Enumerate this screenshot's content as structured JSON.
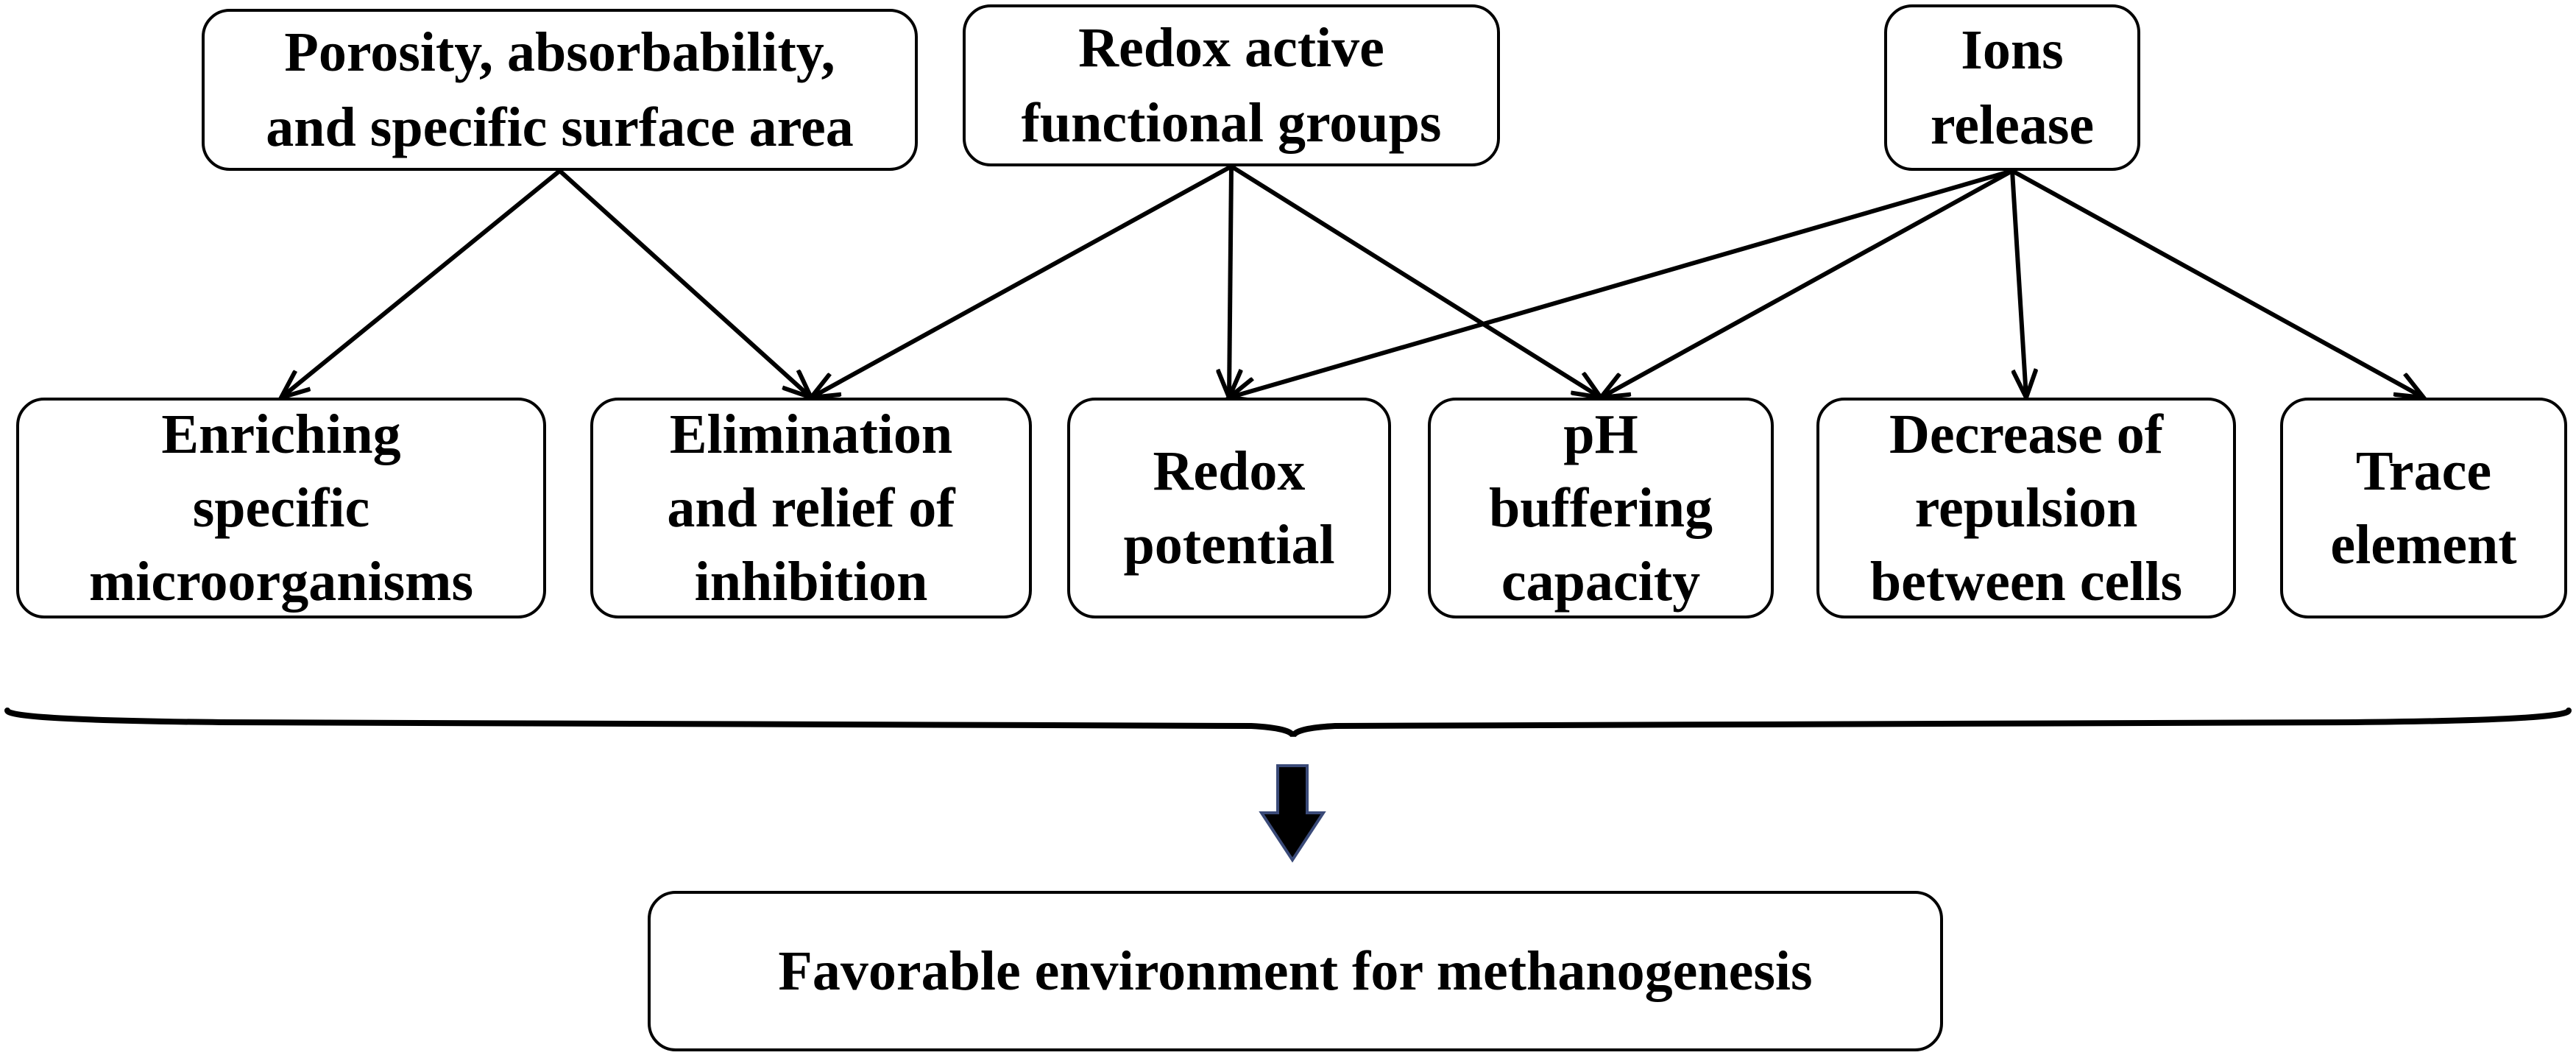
{
  "diagram": {
    "top_nodes": [
      {
        "id": "porosity",
        "label": "Porosity, absorbability,\nand specific surface area"
      },
      {
        "id": "redox-groups",
        "label": "Redox active\nfunctional groups"
      },
      {
        "id": "ions",
        "label": "Ions\nrelease"
      }
    ],
    "bottom_nodes": [
      {
        "id": "enriching",
        "label": "Enriching\nspecific\nmicroorganisms"
      },
      {
        "id": "elimination",
        "label": "Elimination\nand relief of\ninhibition"
      },
      {
        "id": "redox-potential",
        "label": "Redox\npotential"
      },
      {
        "id": "ph",
        "label": "pH\nbuffering\ncapacity"
      },
      {
        "id": "repulsion",
        "label": "Decrease of\nrepulsion\nbetween cells"
      },
      {
        "id": "trace",
        "label": "Trace\nelement"
      }
    ],
    "result": {
      "label": "Favorable environment  for methanogenesis"
    },
    "edges": [
      {
        "from": "porosity",
        "to": "enriching"
      },
      {
        "from": "porosity",
        "to": "elimination"
      },
      {
        "from": "redox-groups",
        "to": "elimination"
      },
      {
        "from": "redox-groups",
        "to": "redox-potential"
      },
      {
        "from": "redox-groups",
        "to": "ph"
      },
      {
        "from": "ions",
        "to": "redox-potential"
      },
      {
        "from": "ions",
        "to": "ph"
      },
      {
        "from": "ions",
        "to": "repulsion"
      },
      {
        "from": "ions",
        "to": "trace"
      }
    ],
    "colors": {
      "line": "#000000",
      "box_fill": "#ffffff",
      "down_arrow_fill": "#000000",
      "down_arrow_outline": "#3a4a78"
    }
  }
}
